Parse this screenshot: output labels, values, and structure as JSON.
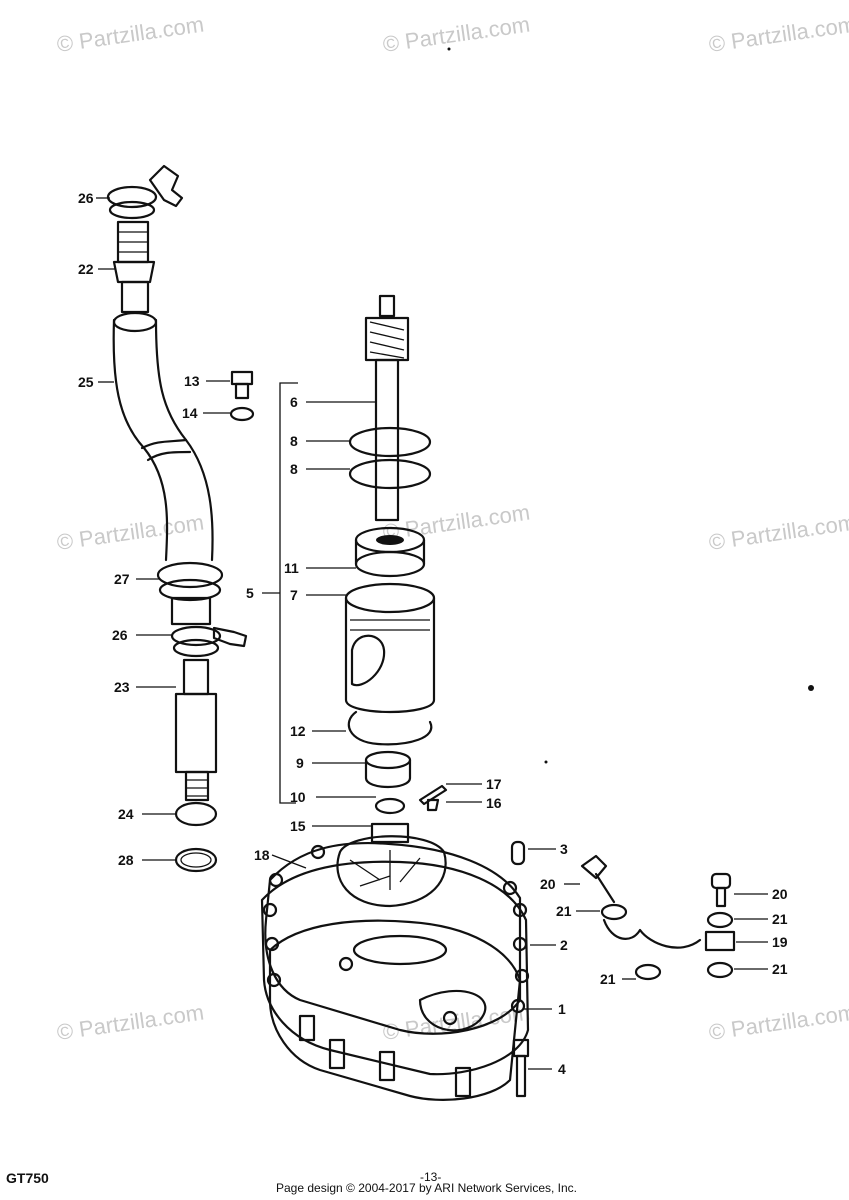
{
  "watermark": "© Partzilla.com",
  "model": "GT750",
  "page_number": "-13-",
  "footer_copyright": "Page design © 2004-2017 by ARI Network Services, Inc.",
  "callouts": {
    "c26a": "26",
    "c22": "22",
    "c25": "25",
    "c13": "13",
    "c14": "14",
    "c6": "6",
    "c8a": "8",
    "c8b": "8",
    "c11": "11",
    "c5": "5",
    "c7": "7",
    "c27": "27",
    "c26b": "26",
    "c23": "23",
    "c12": "12",
    "c9": "9",
    "c10": "10",
    "c17": "17",
    "c16": "16",
    "c15": "15",
    "c24": "24",
    "c28": "28",
    "c18": "18",
    "c3": "3",
    "c20a": "20",
    "c21a": "21",
    "c2": "2",
    "c20b": "20",
    "c21b": "21",
    "c19": "19",
    "c21c": "21",
    "c21d": "21",
    "c1": "1",
    "c4": "4"
  }
}
